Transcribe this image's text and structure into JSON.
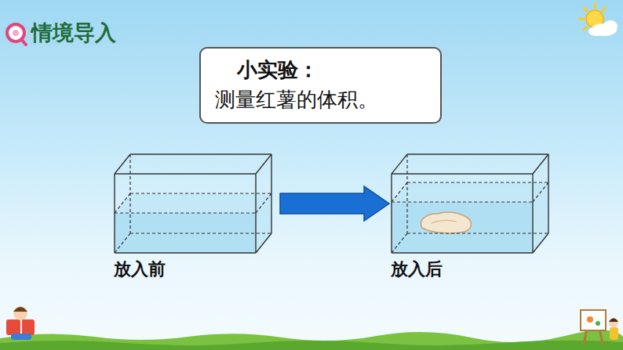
{
  "diagram": {
    "title": "情境导入",
    "nodes": [
      {
        "text": [
          "小实验：",
          "测量红薯的体积。"
        ]
      },
      {
        "text": [
          "放入前"
        ]
      },
      {
        "text": [
          "放入后"
        ]
      }
    ],
    "edges": [
      {
        "from": 1,
        "to": 2,
        "arrow": "to"
      }
    ]
  }
}
